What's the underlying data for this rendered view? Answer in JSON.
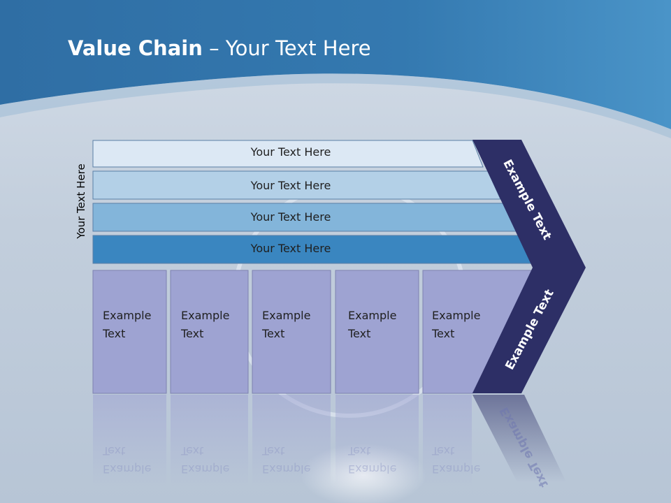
{
  "title": {
    "bold": "Value Chain",
    "rest": " – Your Text Here"
  },
  "side_label": "Your Text Here",
  "bars": [
    {
      "label": "Your Text Here",
      "color": "#dce8f4"
    },
    {
      "label": "Your Text Here",
      "color": "#b3d0e7"
    },
    {
      "label": "Your Text Here",
      "color": "#83b5da"
    },
    {
      "label": "Your Text Here",
      "color": "#3a86c0"
    }
  ],
  "cells": [
    {
      "line1": "Example",
      "line2": "Text"
    },
    {
      "line1": "Example",
      "line2": "Text"
    },
    {
      "line1": "Example",
      "line2": "Text"
    },
    {
      "line1": "Example",
      "line2": "Text"
    },
    {
      "line1": "Example",
      "line2": "Text"
    }
  ],
  "chevron": {
    "top_text": "Example Text",
    "bottom_text": "Example Text",
    "color": "#2d2f66"
  },
  "colors": {
    "header": "#3478ae",
    "cell_fill": "#9ea3d2"
  }
}
